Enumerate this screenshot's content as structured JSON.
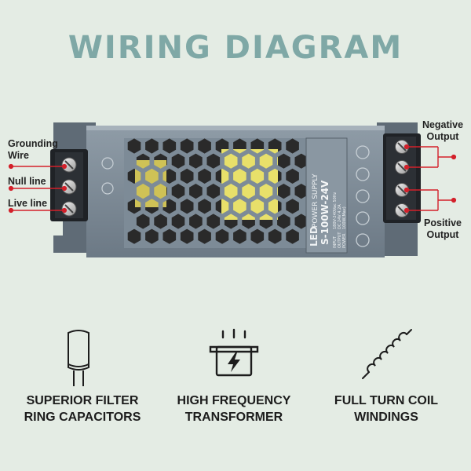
{
  "title": "WIRING DIAGRAM",
  "device": {
    "brand": "LED",
    "name": "POWER SUPPLY",
    "model": "S-100W-24V",
    "spec_rows": [
      {
        "key": "INPUT",
        "value": "180V-240Vac 50Hz"
      },
      {
        "key": "OUTPUT",
        "value": "DC 24V  4.2A"
      },
      {
        "key": "POWER",
        "value": "100W(Max)"
      }
    ]
  },
  "left_labels": {
    "grounding": "Grounding\nWire",
    "null": "Null line",
    "live": "Live line"
  },
  "right_labels": {
    "negative": "Negative\nOutput",
    "positive": "Positive\nOutput"
  },
  "features": [
    {
      "icon": "capacitor-icon",
      "line1": "SUPERIOR FILTER",
      "line2": "RING CAPACITORS"
    },
    {
      "icon": "transformer-icon",
      "line1": "HIGH FREQUENCY",
      "line2": "TRANSFORMER"
    },
    {
      "icon": "coil-icon",
      "line1": "FULL TURN COIL",
      "line2": "WINDINGS"
    }
  ],
  "colors": {
    "background": "#e4ece4",
    "title": "#7fa8a6",
    "casing": "#7d8b97",
    "wire_marker": "#d3202a"
  }
}
